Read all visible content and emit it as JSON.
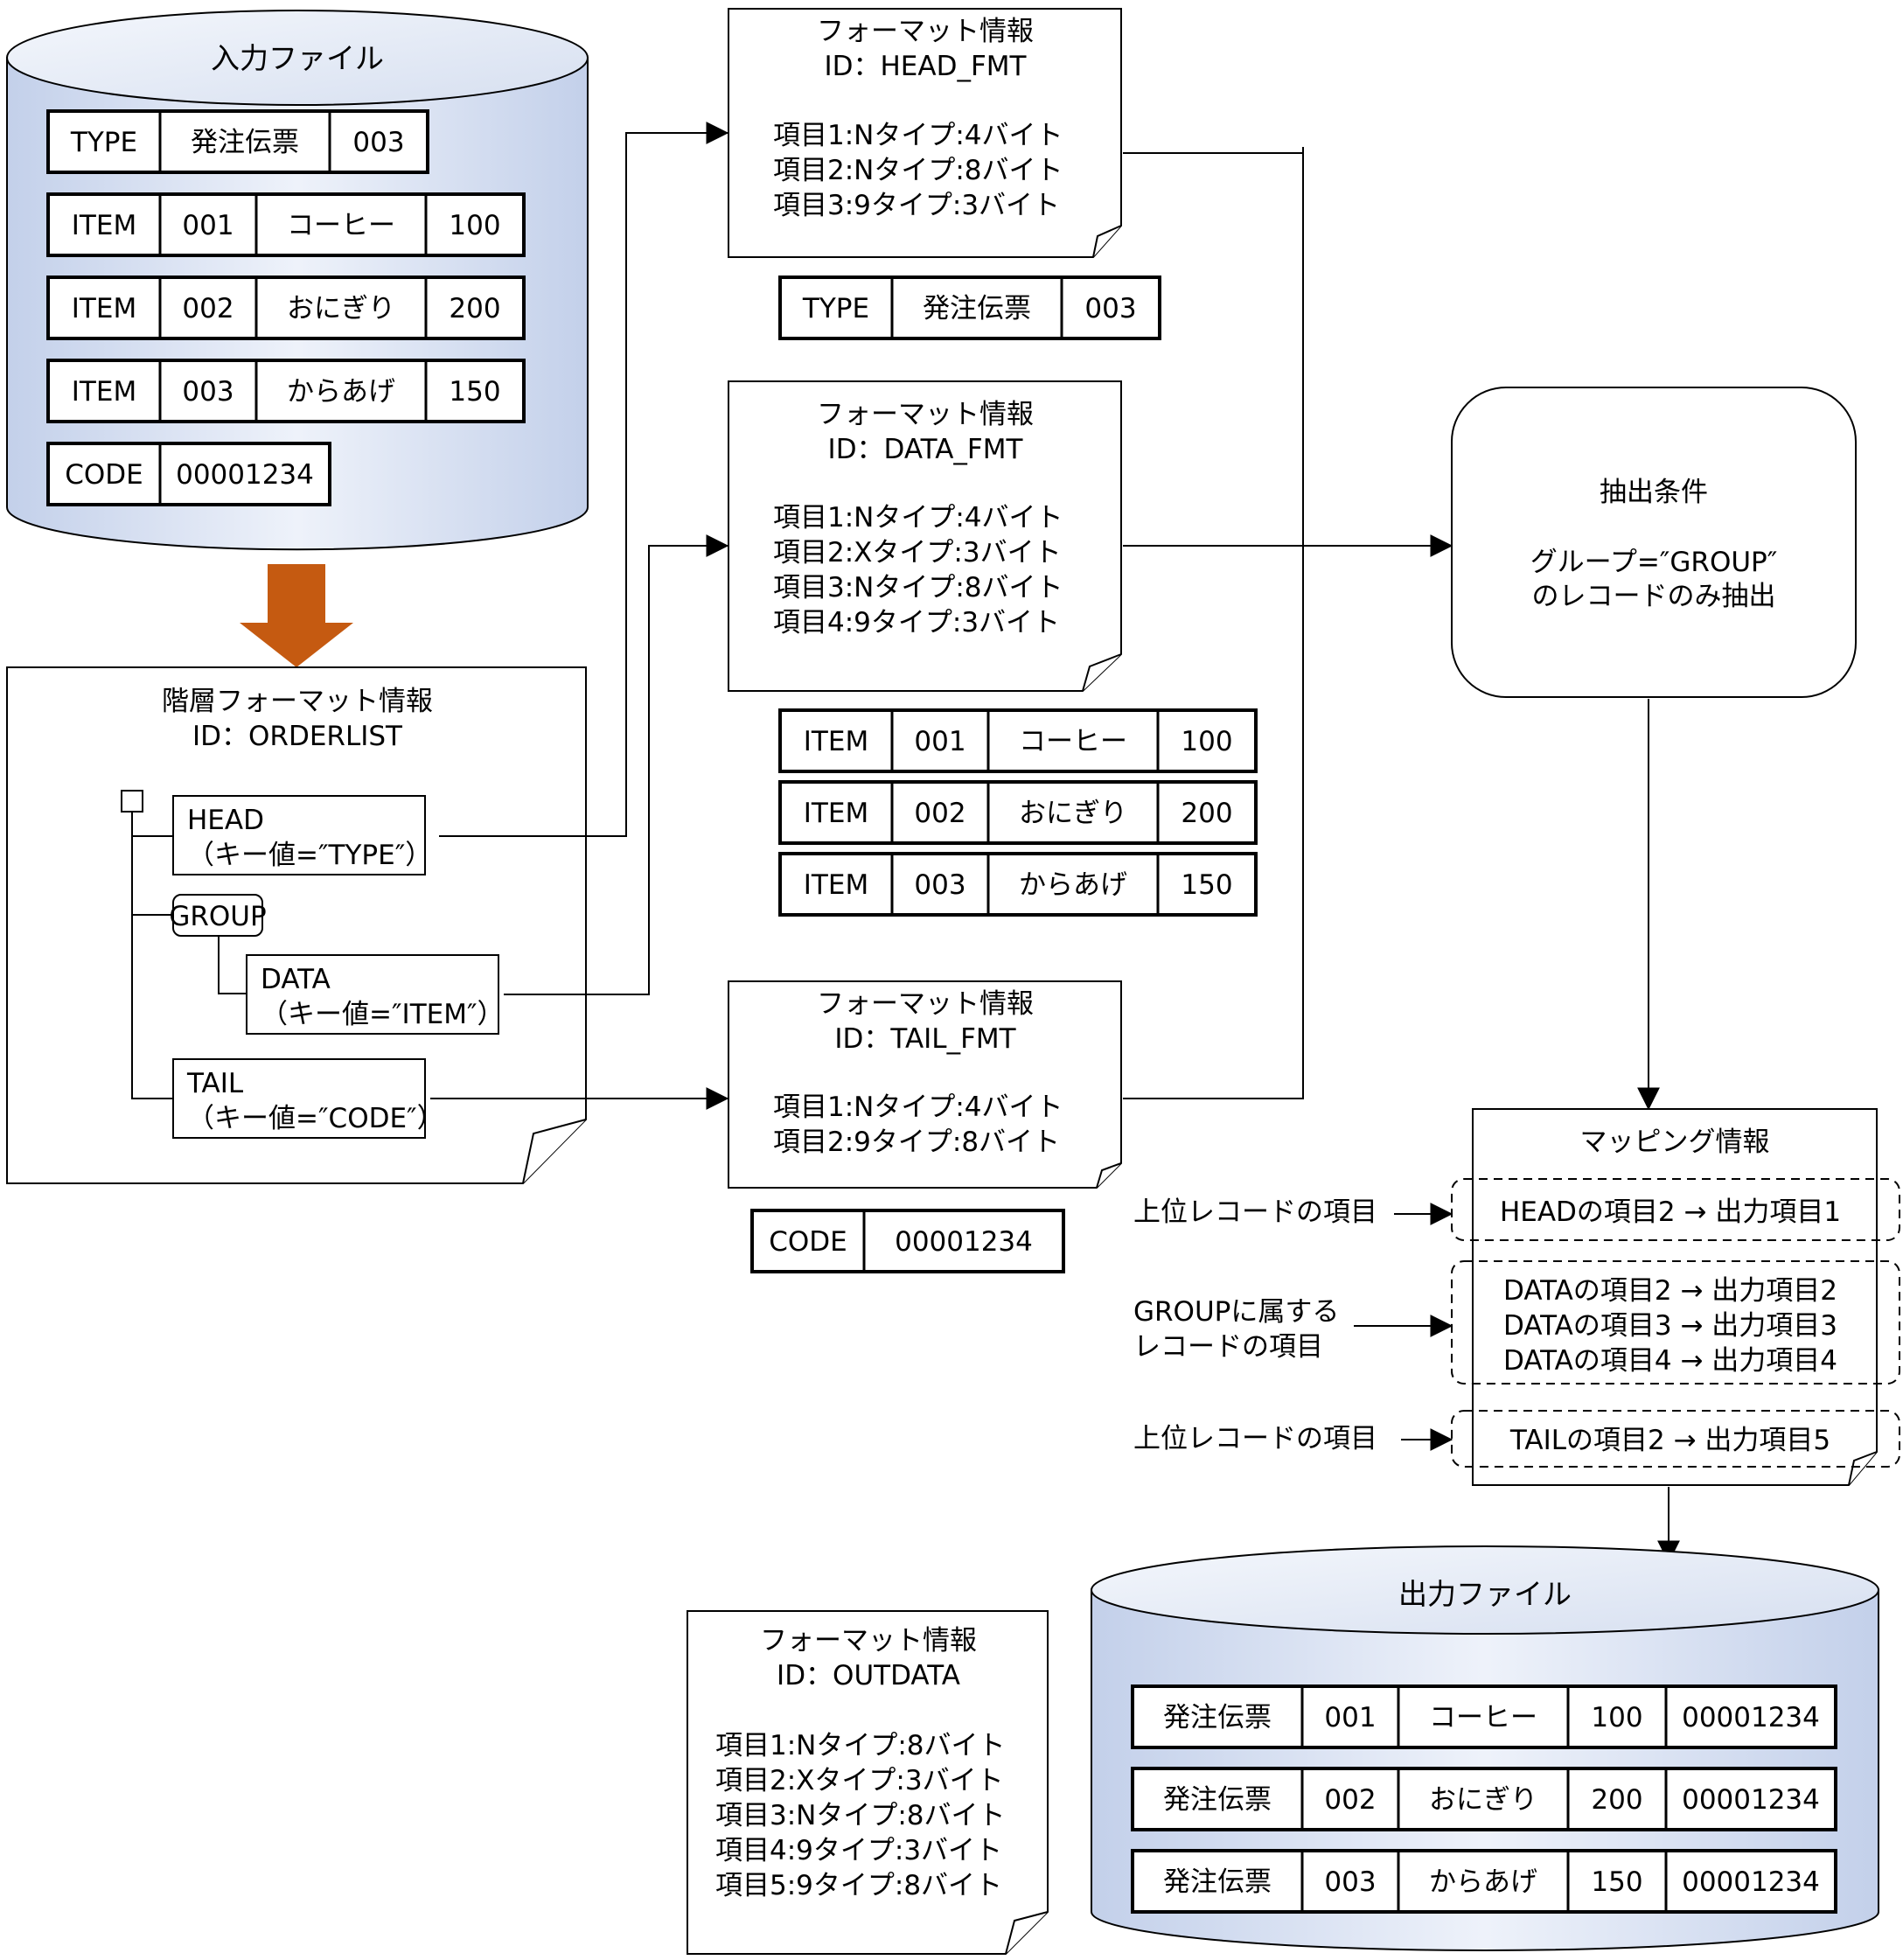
{
  "input_file": {
    "title": "入力ファイル",
    "records": [
      [
        "TYPE",
        "発注伝票",
        "003"
      ],
      [
        "ITEM",
        "001",
        "コーヒー",
        "100"
      ],
      [
        "ITEM",
        "002",
        "おにぎり",
        "200"
      ],
      [
        "ITEM",
        "003",
        "からあげ",
        "150"
      ],
      [
        "CODE",
        "00001234"
      ]
    ]
  },
  "hierarchy_format": {
    "title": "階層フォーマット情報",
    "id_line": "ID：ORDERLIST",
    "head": {
      "name": "HEAD",
      "key": "（キー値=″TYPE″）"
    },
    "group": "GROUP",
    "data": {
      "name": "DATA",
      "key": "（キー値=″ITEM″）"
    },
    "tail": {
      "name": "TAIL",
      "key": "（キー値=″CODE″）"
    }
  },
  "head_fmt": {
    "title": "フォーマット情報",
    "id_line": "ID：HEAD_FMT",
    "items": [
      "項目1:Nタイプ:4バイト",
      "項目2:Nタイプ:8バイト",
      "項目3:9タイプ:3バイト"
    ],
    "record": [
      "TYPE",
      "発注伝票",
      "003"
    ]
  },
  "data_fmt": {
    "title": "フォーマット情報",
    "id_line": "ID：DATA_FMT",
    "items": [
      "項目1:Nタイプ:4バイト",
      "項目2:Xタイプ:3バイト",
      "項目3:Nタイプ:8バイト",
      "項目4:9タイプ:3バイト"
    ],
    "records": [
      [
        "ITEM",
        "001",
        "コーヒー",
        "100"
      ],
      [
        "ITEM",
        "002",
        "おにぎり",
        "200"
      ],
      [
        "ITEM",
        "003",
        "からあげ",
        "150"
      ]
    ]
  },
  "tail_fmt": {
    "title": "フォーマット情報",
    "id_line": "ID：TAIL_FMT",
    "items": [
      "項目1:Nタイプ:4バイト",
      "項目2:9タイプ:8バイト"
    ],
    "record": [
      "CODE",
      "00001234"
    ]
  },
  "extract_condition": {
    "title": "抽出条件",
    "lines": [
      "グループ=″GROUP″",
      "のレコードのみ抽出"
    ]
  },
  "mapping": {
    "title": "マッピング情報",
    "head_rule": "HEADの項目2 → 出力項目1",
    "data_rules": [
      "DATAの項目2 → 出力項目2",
      "DATAの項目3 → 出力項目3",
      "DATAの項目4 → 出力項目4"
    ],
    "tail_rule": "TAILの項目2 → 出力項目5",
    "label_upper_1": "上位レコードの項目",
    "label_group": [
      "GROUPに属する",
      "レコードの項目"
    ],
    "label_upper_2": "上位レコードの項目"
  },
  "out_fmt": {
    "title": "フォーマット情報",
    "id_line": "ID：OUTDATA",
    "items": [
      "項目1:Nタイプ:8バイト",
      "項目2:Xタイプ:3バイト",
      "項目3:Nタイプ:8バイト",
      "項目4:9タイプ:3バイト",
      "項目5:9タイプ:8バイト"
    ]
  },
  "output_file": {
    "title": "出力ファイル",
    "records": [
      [
        "発注伝票",
        "001",
        "コーヒー",
        "100",
        "00001234"
      ],
      [
        "発注伝票",
        "002",
        "おにぎり",
        "200",
        "00001234"
      ],
      [
        "発注伝票",
        "003",
        "からあげ",
        "150",
        "00001234"
      ]
    ]
  },
  "colors": {
    "cylinder_light": "#eef2fa",
    "cylinder_dark": "#c3d0ea",
    "process_arrow": "#c55a11",
    "line": "#000000"
  }
}
